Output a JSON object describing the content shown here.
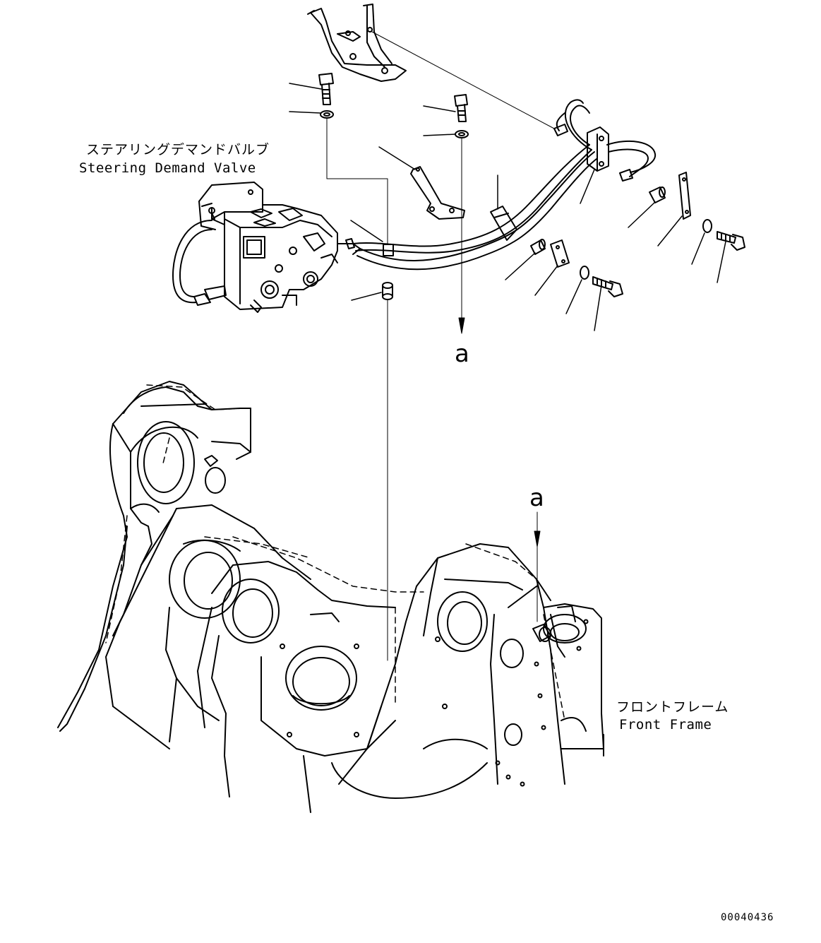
{
  "labels": {
    "steering_valve_jp": "ステアリングデマンドバルブ",
    "steering_valve_en": "Steering Demand Valve",
    "front_frame_jp": "フロントフレーム",
    "front_frame_en": "Front Frame",
    "callout_top": "a",
    "callout_bottom": "a",
    "drawing_number": "00040436"
  },
  "colors": {
    "line": "#000000",
    "background": "#ffffff"
  }
}
